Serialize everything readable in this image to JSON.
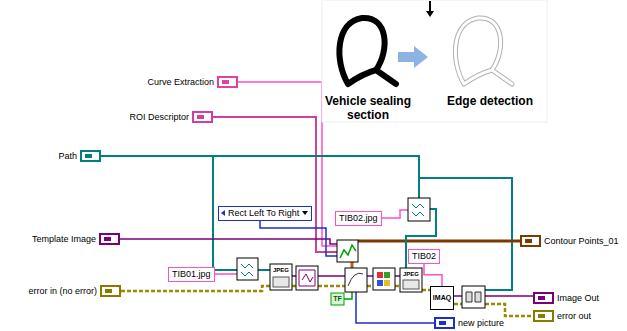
{
  "diagram": {
    "nodes": [
      {
        "text": [
          "Curve Extraction"
        ]
      },
      {
        "text": [
          "ROI Descriptor"
        ]
      },
      {
        "text": [
          "Path"
        ]
      },
      {
        "text": [
          "Template Image"
        ]
      },
      {
        "text": [
          "error in (no error)"
        ]
      },
      {
        "text": [
          "Rect Left To Right"
        ]
      },
      {
        "text": [
          "TIB02.jpg"
        ]
      },
      {
        "text": [
          "TIB01.jpg"
        ]
      },
      {
        "text": [
          "TIB02"
        ]
      },
      {
        "text": [
          "IMAQ"
        ]
      },
      {
        "text": [
          "Contour Points_01"
        ]
      },
      {
        "text": [
          "Image Out"
        ]
      },
      {
        "text": [
          "error out"
        ]
      },
      {
        "text": [
          "new picture"
        ]
      }
    ],
    "edges": [
      {
        "from": 8,
        "to": 9,
        "arrow": "none"
      }
    ],
    "labels": [
      "TF",
      "Vehicle sealing section",
      "Edge detection",
      "JPEG",
      "JPEG"
    ]
  }
}
